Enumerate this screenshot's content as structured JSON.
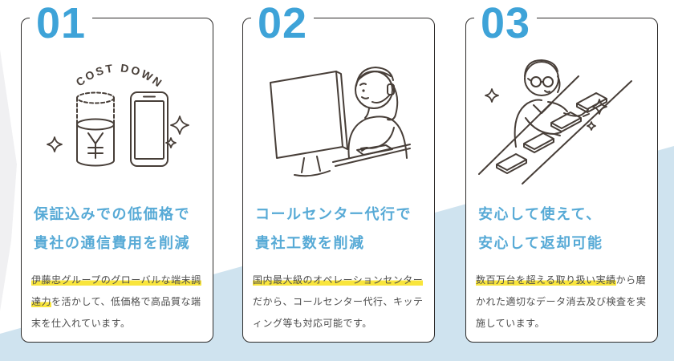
{
  "colors": {
    "accent_number_blue": "#3ea3d8",
    "title_blue": "#57aad6",
    "body_text": "#4d4d4d",
    "highlight_yellow": "#f9e53c",
    "card_border": "#2d2b2a",
    "bg_band_blue": "#cfe3ef",
    "bg_wedge_gray": "#f0f0f2",
    "line_art": "#473e38"
  },
  "cards": [
    {
      "number": "01",
      "illustration": "cost-down-money-cup-and-smartphone",
      "illust_label": "COST DOWN",
      "title_line1": "保証込みでの低価格で",
      "title_line2": "貴社の通信費用を削減",
      "body_highlight": "伊藤忠グループのグローバルな端末調達力",
      "body_rest": "を活かして、低価格で高品質な端末を仕入れています。"
    },
    {
      "number": "02",
      "illustration": "call-center-operator-at-monitor",
      "title_line1": "コールセンター代行で",
      "title_line2": "貴社工数を削減",
      "body_highlight": "国内最大級のオペレーションセンター",
      "body_rest": "だから、コールセンター代行、キッティング等も対応可能です。"
    },
    {
      "number": "03",
      "illustration": "inspection-conveyor-worker",
      "title_line1": "安心して使えて、",
      "title_line2": "安心して返却可能",
      "body_highlight": "数百万台を超える取り扱い実績",
      "body_rest": "から磨かれた適切なデータ消去及び検査を実施しています。"
    }
  ]
}
